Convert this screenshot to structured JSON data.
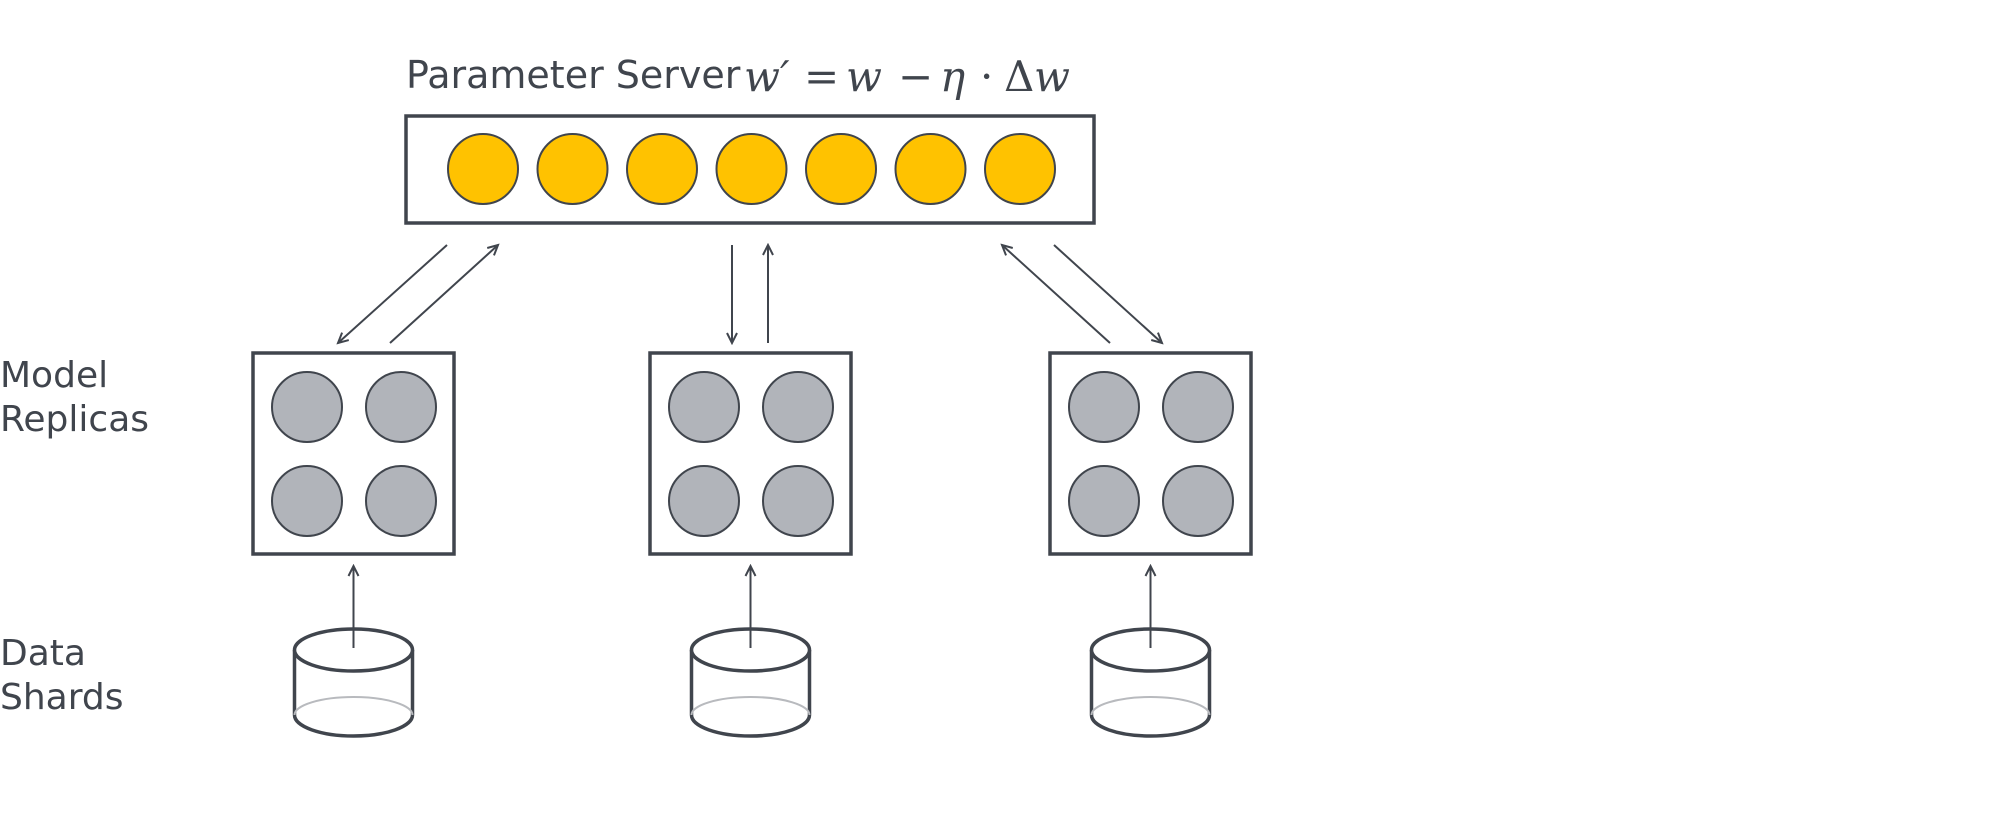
{
  "server": {
    "label": "Parameter Server",
    "formula": {
      "lhs": "w′",
      "eq": "=",
      "w": "w",
      "minus": "−",
      "eta": "η",
      "dot": "·",
      "delta": "Δ",
      "w2": "w"
    },
    "parameter_count": 7
  },
  "rows": {
    "replicas_line1": "Model",
    "replicas_line2": "Replicas",
    "shards_line1": "Data",
    "shards_line2": "Shards"
  },
  "replica_count": 3,
  "colors": {
    "parameter_fill": "#ffc200",
    "replica_node_fill": "#b1b4ba",
    "stroke": "#40454d",
    "shard_inner": "#b8babe"
  }
}
